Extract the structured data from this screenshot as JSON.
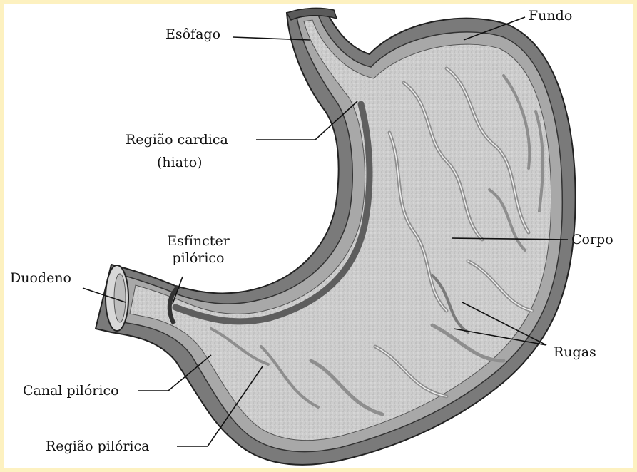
{
  "labels": {
    "esofago": "Esôfago",
    "fundo": "Fundo",
    "regiao_cardica": "Região cardica",
    "hiato": "(hiato)",
    "esfincter_line1": "Esfíncter",
    "esfincter_line2": "pilórico",
    "duodeno": "Duodeno",
    "corpo": "Corpo",
    "rugas": "Rugas",
    "canal_pilorico": "Canal pilórico",
    "regiao_pilorica": "Região pilórica"
  },
  "colors": {
    "frame": "#fdf1c0",
    "background": "#ffffff",
    "ink": "#111111",
    "wall_outer": "#6e6e6e",
    "wall_inner": "#9a9a9a",
    "mucosa": "#cfcfcf",
    "mucosa_dark": "#8a8a8a",
    "ridge_light": "#f2f2f2"
  }
}
